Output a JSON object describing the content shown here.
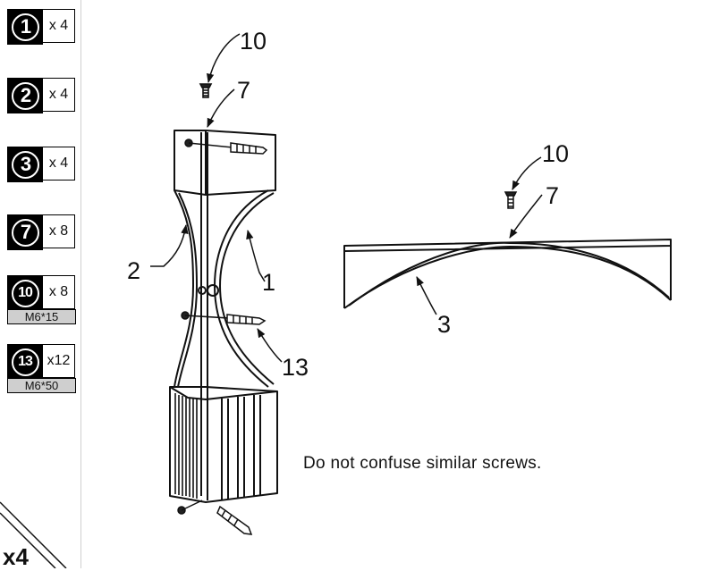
{
  "parts": [
    {
      "number": "1",
      "quantity": "x 4"
    },
    {
      "number": "2",
      "quantity": "x 4"
    },
    {
      "number": "3",
      "quantity": "x 4"
    },
    {
      "number": "7",
      "quantity": "x 8"
    },
    {
      "number": "10",
      "quantity": "x 8",
      "spec": "M6*15"
    },
    {
      "number": "13",
      "quantity": "x12",
      "spec": "M6*50"
    }
  ],
  "callouts": {
    "c10a": "10",
    "c7a": "7",
    "c2": "2",
    "c1": "1",
    "c13": "13",
    "c10b": "10",
    "c7b": "7",
    "c3": "3"
  },
  "note": "Do not confuse similar screws.",
  "multiplier": "x4"
}
